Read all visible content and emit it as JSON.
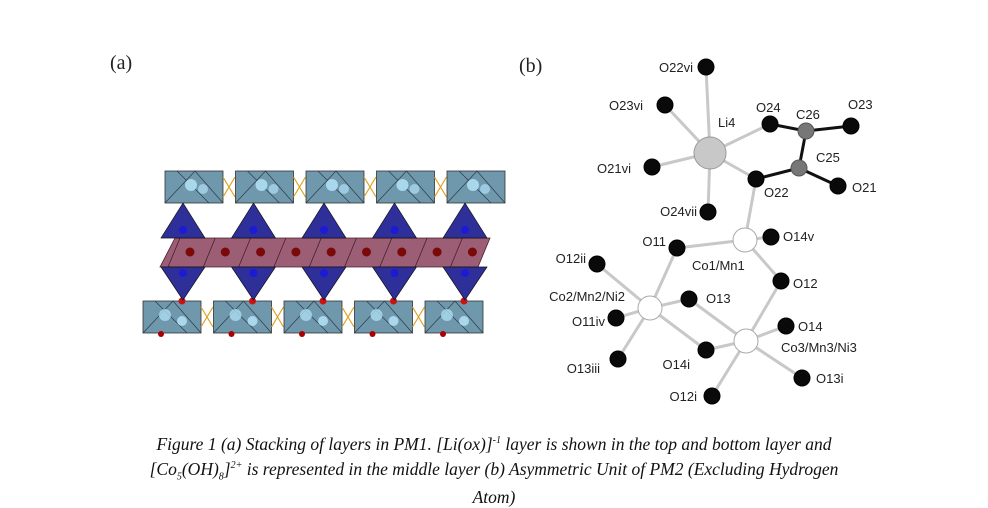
{
  "panels": {
    "a": {
      "label": "(a)"
    },
    "b": {
      "label": "(b)"
    }
  },
  "panel_a": {
    "description": "Stacking of layers in PM1",
    "units": 5,
    "colors": {
      "li_poly": "#6f98ad",
      "li_atom": "#a9d7ec",
      "co_tet": "#2f2f9a",
      "co_oct": "#9b5e74",
      "o_red": "#cc1111",
      "co_dark": "#7a0a0a",
      "blue_atom": "#1b1bd6",
      "oxalate": "#e0a020"
    }
  },
  "panel_b": {
    "atoms": [
      {
        "id": "Li4",
        "label": "Li4",
        "type": "li"
      },
      {
        "id": "O22vi",
        "label": "O22vi",
        "type": "o"
      },
      {
        "id": "O23vi",
        "label": "O23vi",
        "type": "o"
      },
      {
        "id": "O21vi",
        "label": "O21vi",
        "type": "o"
      },
      {
        "id": "O24vii",
        "label": "O24vii",
        "type": "o"
      },
      {
        "id": "O24",
        "label": "O24",
        "type": "o"
      },
      {
        "id": "O22",
        "label": "O22",
        "type": "o"
      },
      {
        "id": "C26",
        "label": "C26",
        "type": "c"
      },
      {
        "id": "C25",
        "label": "C25",
        "type": "c"
      },
      {
        "id": "O23",
        "label": "O23",
        "type": "o"
      },
      {
        "id": "O21",
        "label": "O21",
        "type": "o"
      },
      {
        "id": "Co1",
        "label": "Co1/Mn1",
        "type": "metal"
      },
      {
        "id": "O14v",
        "label": "O14v",
        "type": "o"
      },
      {
        "id": "O11",
        "label": "O11",
        "type": "o"
      },
      {
        "id": "O12",
        "label": "O12",
        "type": "o"
      },
      {
        "id": "O12ii",
        "label": "O12ii",
        "type": "o"
      },
      {
        "id": "Co2",
        "label": "Co2/Mn2/Ni2",
        "type": "metal"
      },
      {
        "id": "O13",
        "label": "O13",
        "type": "o"
      },
      {
        "id": "O11iv",
        "label": "O11iv",
        "type": "o"
      },
      {
        "id": "O13iii",
        "label": "O13iii",
        "type": "o"
      },
      {
        "id": "O14i",
        "label": "O14i",
        "type": "o"
      },
      {
        "id": "Co3",
        "label": "Co3/Mn3/Ni3",
        "type": "metal"
      },
      {
        "id": "O14",
        "label": "O14",
        "type": "o"
      },
      {
        "id": "O13i",
        "label": "O13i",
        "type": "o"
      },
      {
        "id": "O12i",
        "label": "O12i",
        "type": "o"
      }
    ],
    "bonds": [
      [
        "Li4",
        "O22vi",
        "grey"
      ],
      [
        "Li4",
        "O23vi",
        "grey"
      ],
      [
        "Li4",
        "O21vi",
        "grey"
      ],
      [
        "Li4",
        "O24vii",
        "grey"
      ],
      [
        "Li4",
        "O24",
        "grey"
      ],
      [
        "Li4",
        "O22",
        "grey"
      ],
      [
        "O24",
        "C26",
        "black"
      ],
      [
        "C26",
        "O23",
        "black"
      ],
      [
        "C26",
        "C25",
        "black"
      ],
      [
        "C25",
        "O22",
        "black"
      ],
      [
        "C25",
        "O21",
        "black"
      ],
      [
        "O22",
        "Co1",
        "grey"
      ],
      [
        "Co1",
        "O14v",
        "grey"
      ],
      [
        "Co1",
        "O11",
        "grey"
      ],
      [
        "Co1",
        "O12",
        "grey"
      ],
      [
        "O11",
        "Co2",
        "grey"
      ],
      [
        "O12ii",
        "Co2",
        "grey"
      ],
      [
        "Co2",
        "O13",
        "grey"
      ],
      [
        "Co2",
        "O11iv",
        "grey"
      ],
      [
        "Co2",
        "O13iii",
        "grey"
      ],
      [
        "Co2",
        "O14i",
        "grey"
      ],
      [
        "O12",
        "Co3",
        "grey"
      ],
      [
        "O13",
        "Co3",
        "grey"
      ],
      [
        "O14i",
        "Co3",
        "grey"
      ],
      [
        "Co3",
        "O14",
        "grey"
      ],
      [
        "Co3",
        "O13i",
        "grey"
      ],
      [
        "Co3",
        "O12i",
        "grey"
      ]
    ]
  },
  "caption": {
    "line1_pre": "Figure 1 (a) Stacking of layers in PM1. [Li(ox)]",
    "line1_sup": "-1",
    "line1_post": " layer is shown in the top and bottom layer and",
    "line2_a": "[Co",
    "line2_sub1": "5",
    "line2_b": "(OH)",
    "line2_sub2": "8",
    "line2_c": "]",
    "line2_sup": "2+",
    "line2_post": " is represented in the middle layer (b) Asymmetric Unit of PM2 (Excluding Hydrogen",
    "line3": "Atom)"
  }
}
